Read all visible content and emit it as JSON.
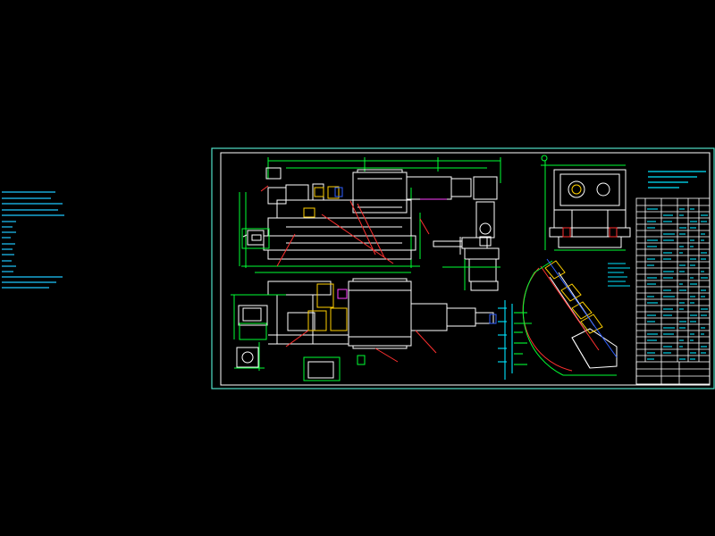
{
  "colors": {
    "background": "#000000",
    "frame": "#4fe0c8",
    "outline": "#ffffff",
    "dimension": "#00ff33",
    "annotation": "#00e5ff",
    "leader": "#ff3030",
    "highlight": "#ffd000",
    "accent_blue": "#3060ff",
    "magenta": "#ff40ff"
  },
  "icons": {
    "notes": "technical-notes-block",
    "main_elevation": "machine-elevation-view",
    "plan": "machine-plan-view",
    "end_view": "gearbox-end-view",
    "inclined": "inclined-shaft-assembly",
    "parts": "parts-list-table",
    "title_block": "title-block"
  }
}
